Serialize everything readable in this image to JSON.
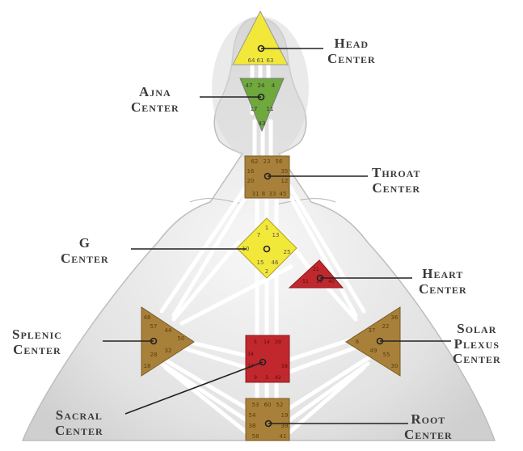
{
  "labels": {
    "head": [
      "Head",
      "Center"
    ],
    "ajna": [
      "Ajna",
      "Center"
    ],
    "throat": [
      "Throat",
      "Center"
    ],
    "g": [
      "G",
      "Center"
    ],
    "heart": [
      "Heart",
      "Center"
    ],
    "splenic": [
      "Splenic",
      "Center"
    ],
    "solar": [
      "Solar",
      "Plexus",
      "Center"
    ],
    "sacral": [
      "Sacral",
      "Center"
    ],
    "root": [
      "Root",
      "Center"
    ]
  },
  "gates": {
    "head": [
      "64",
      "61",
      "63"
    ],
    "ajna": [
      "47",
      "24",
      "4",
      "17",
      "11",
      "43"
    ],
    "throat": [
      "62",
      "23",
      "56",
      "16",
      "35",
      "20",
      "12",
      "31",
      "8",
      "33",
      "45"
    ],
    "g": [
      "1",
      "7",
      "13",
      "10",
      "25",
      "15",
      "46",
      "2"
    ],
    "heart": [
      "21",
      "51",
      "26",
      "40"
    ],
    "splenic": [
      "48",
      "57",
      "44",
      "50",
      "32",
      "28",
      "18"
    ],
    "solar": [
      "36",
      "22",
      "37",
      "6",
      "49",
      "55",
      "30"
    ],
    "sacral": [
      "5",
      "14",
      "29",
      "34",
      "27",
      "59",
      "9",
      "3",
      "42"
    ],
    "root": [
      "53",
      "60",
      "52",
      "54",
      "19",
      "38",
      "39",
      "58",
      "41"
    ]
  },
  "colors": {
    "head": "#f2e83a",
    "ajna": "#6fa83c",
    "throat": "#a8803a",
    "g": "#f2e83a",
    "heart": "#c0282e",
    "splenic": "#a8803a",
    "solar": "#a8803a",
    "sacral": "#c0282e",
    "root": "#a8803a",
    "body": "#e6e6e6",
    "channel": "#ffffff",
    "label": "#3a3a3a"
  }
}
